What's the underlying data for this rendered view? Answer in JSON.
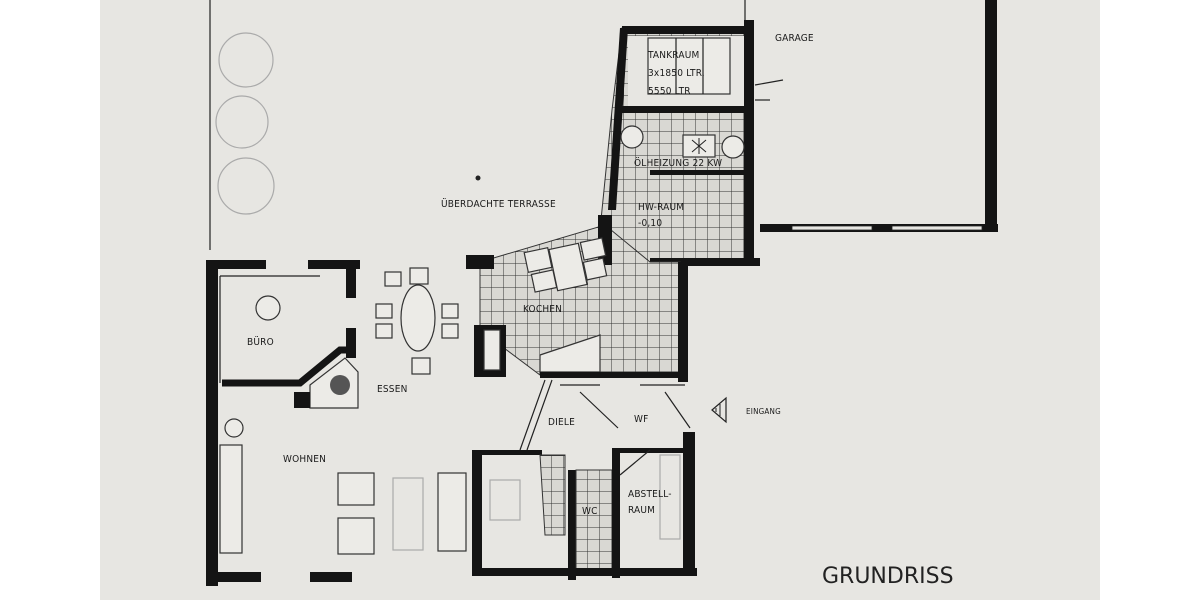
{
  "title": "GRUNDRISS",
  "rooms": {
    "garage": "GARAGE",
    "tankraum": "TANKRAUM",
    "tank_capacity_1": "3x1850 LTR.",
    "tank_capacity_2": "5550 LTR",
    "heizung": "ÖLHEIZUNG 22 KW",
    "hw_raum": "HW-RAUM",
    "hw_level": "-0,10",
    "terrasse": "ÜBERDACHTE TERRASSE",
    "kochen": "KOCHEN",
    "buero": "BÜRO",
    "essen": "ESSEN",
    "diele": "DIELE",
    "wf": "WF",
    "eingang": "EINGANG",
    "wohnen": "WOHNEN",
    "wc": "WC",
    "abstell_1": "ABSTELL-",
    "abstell_2": "RAUM"
  },
  "colors": {
    "paper": "#e7e6e2",
    "ink": "#141414"
  }
}
